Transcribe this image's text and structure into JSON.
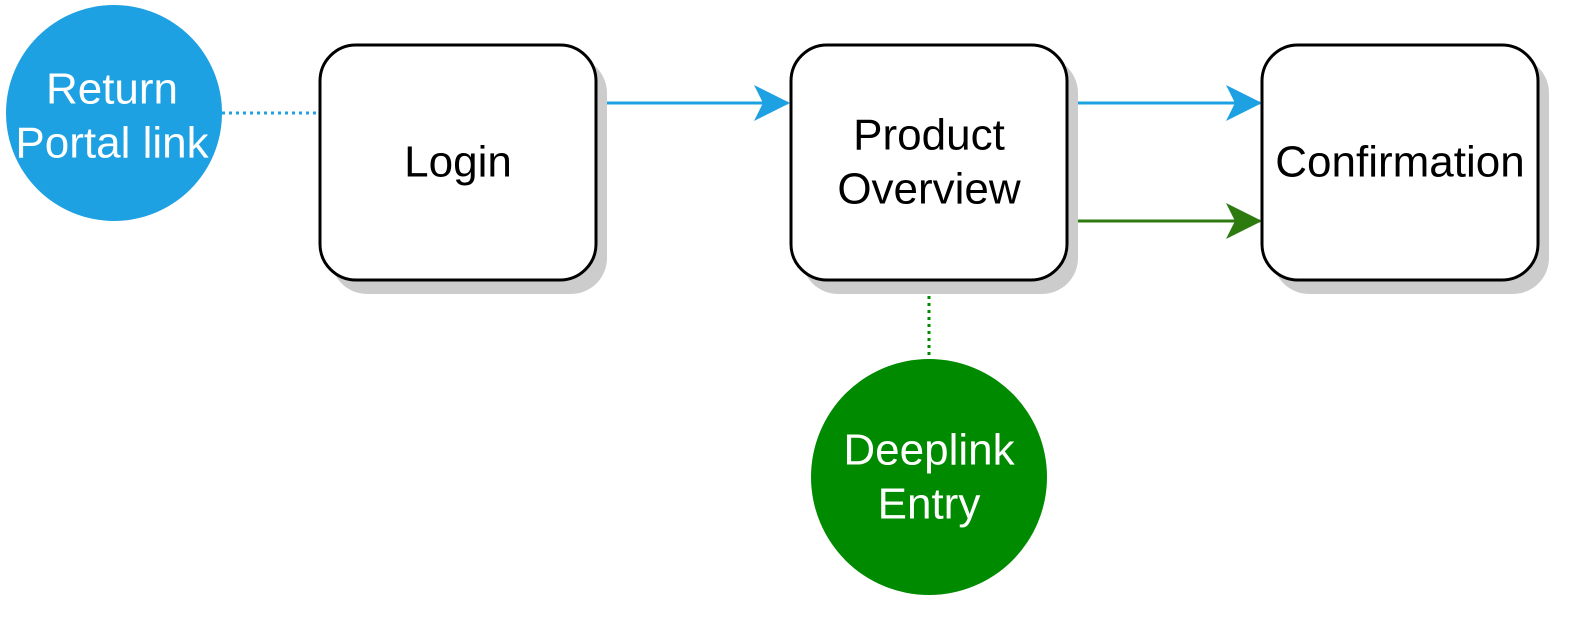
{
  "nodes": {
    "login": {
      "label": "Login"
    },
    "product_overview": {
      "label_line1": "Product",
      "label_line2": "Overview"
    },
    "confirmation": {
      "label": "Confirmation"
    },
    "return_portal": {
      "label_line1": "Return",
      "label_line2": "Portal link"
    },
    "deeplink_entry": {
      "label_line1": "Deeplink",
      "label_line2": "Entry"
    }
  },
  "colors": {
    "blue": "#1da1e2",
    "green": "#008a00",
    "dark_green": "#2d7a0f",
    "box_stroke": "#000000",
    "shadow": "#cccccc"
  }
}
